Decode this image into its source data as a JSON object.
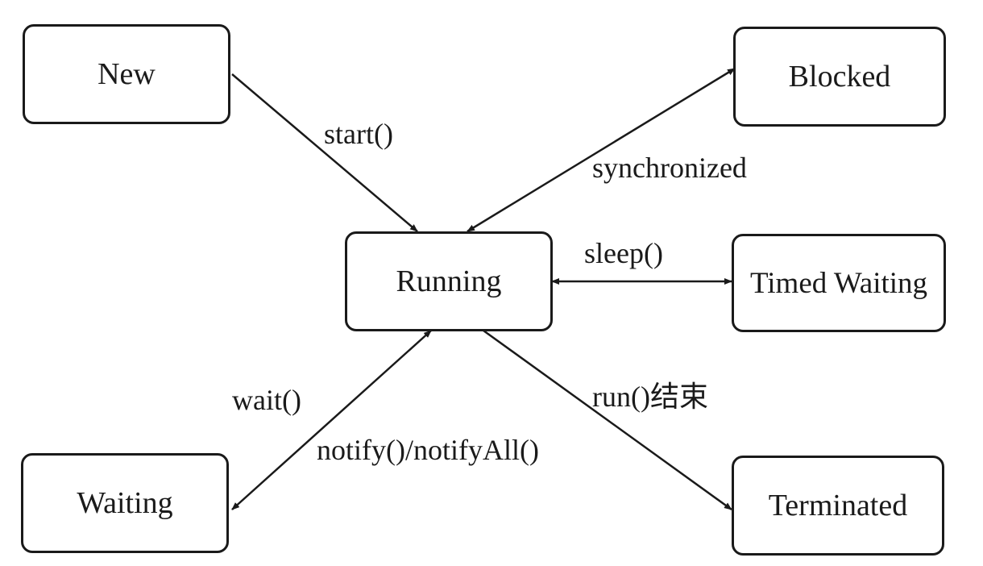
{
  "diagram": {
    "states": {
      "new": "New",
      "blocked": "Blocked",
      "running": "Running",
      "timed_waiting": "Timed Waiting",
      "waiting": "Waiting",
      "terminated": "Terminated"
    },
    "transitions": {
      "start": "start()",
      "synchronized": "synchronized",
      "sleep": "sleep()",
      "wait": "wait()",
      "notify": "notify()/notifyAll()",
      "run_end": "run()结束"
    },
    "colors": {
      "stroke": "#1a1a1a",
      "background": "#ffffff"
    }
  }
}
